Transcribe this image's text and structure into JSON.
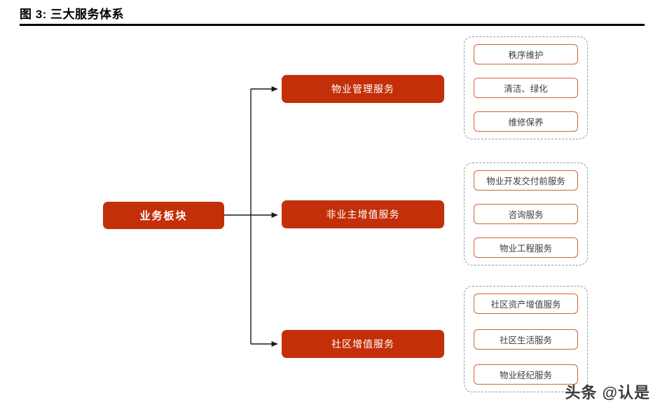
{
  "header": {
    "title": "图 3: 三大服务体系"
  },
  "colors": {
    "primary": "#c22f08",
    "leaf_border": "#cc6633",
    "group_border": "#9a9a9a",
    "text_on_primary": "#ffffff",
    "leaf_text": "#3d3d3d",
    "rule": "#000000"
  },
  "diagram": {
    "type": "hierarchy-tree",
    "root": {
      "label": "业务板块"
    },
    "branches": [
      {
        "label": "物业管理服务",
        "children": [
          {
            "label": "秩序维护"
          },
          {
            "label": "清洁、绿化"
          },
          {
            "label": "维修保养"
          }
        ]
      },
      {
        "label": "非业主增值服务",
        "children": [
          {
            "label": "物业开发交付前服务"
          },
          {
            "label": "咨询服务"
          },
          {
            "label": "物业工程服务"
          }
        ]
      },
      {
        "label": "社区增值服务",
        "children": [
          {
            "label": "社区资产增值服务"
          },
          {
            "label": "社区生活服务"
          },
          {
            "label": "物业经纪服务"
          }
        ]
      }
    ]
  },
  "watermark": {
    "text": "头条 @认是"
  }
}
